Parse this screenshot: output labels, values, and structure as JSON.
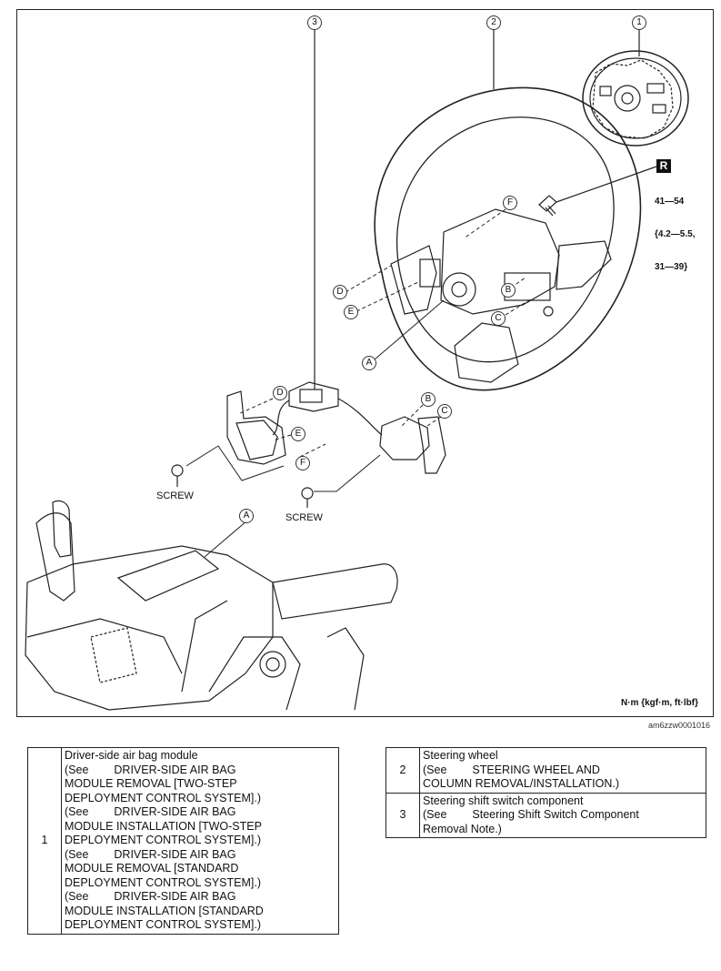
{
  "diagram": {
    "callouts": {
      "n1": "1",
      "n2": "2",
      "n3": "3",
      "A_top": "A",
      "B_top": "B",
      "C_top": "C",
      "D_top": "D",
      "E_top": "E",
      "F_top": "F",
      "A_lower": "A",
      "B_lower": "B",
      "C_lower": "C",
      "D_lower": "D",
      "E_lower": "E",
      "F_lower": "F",
      "A_column": "A"
    },
    "torque": {
      "badge": "R",
      "line1": "41—54",
      "line2": "{4.2—5.5,",
      "line3": "31—39}"
    },
    "screw_left": "SCREW",
    "screw_right": "SCREW",
    "units": "N·m {kgf·m, ft·lbf}",
    "image_id": "am6zzw0001016"
  },
  "table_left": {
    "num": "1",
    "lines": [
      {
        "text": "Driver-side air bag module"
      },
      {
        "see": "(See",
        "ref": "DRIVER-SIDE AIR BAG"
      },
      {
        "text": "MODULE REMOVAL [TWO-STEP"
      },
      {
        "text": "DEPLOYMENT CONTROL SYSTEM].)"
      },
      {
        "see": "(See",
        "ref": "DRIVER-SIDE AIR BAG"
      },
      {
        "text": "MODULE INSTALLATION [TWO-STEP"
      },
      {
        "text": "DEPLOYMENT CONTROL SYSTEM].)"
      },
      {
        "see": "(See",
        "ref": "DRIVER-SIDE AIR BAG"
      },
      {
        "text": "MODULE REMOVAL [STANDARD"
      },
      {
        "text": "DEPLOYMENT CONTROL SYSTEM].)"
      },
      {
        "see": "(See",
        "ref": "DRIVER-SIDE AIR BAG"
      },
      {
        "text": "MODULE INSTALLATION [STANDARD"
      },
      {
        "text": "DEPLOYMENT CONTROL SYSTEM].)"
      }
    ]
  },
  "table_right": {
    "rows": [
      {
        "num": "2",
        "title": "Steering wheel",
        "see": "(See",
        "ref": "STEERING WHEEL AND",
        "cont": "COLUMN REMOVAL/INSTALLATION.)"
      },
      {
        "num": "3",
        "title": "Steering shift switch component",
        "see": "(See",
        "ref": "Steering Shift Switch Component",
        "cont": "Removal Note.)"
      }
    ]
  }
}
